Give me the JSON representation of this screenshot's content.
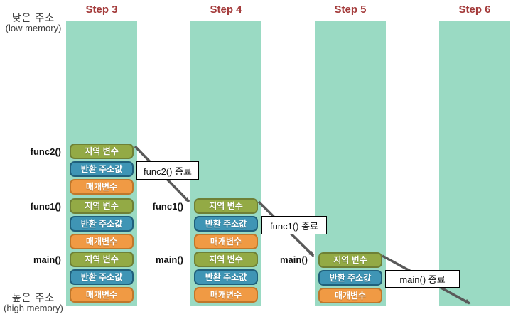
{
  "memory_labels": {
    "low_ko": "낮은 주소",
    "low_en": "(low memory)",
    "high_ko": "높은 주소",
    "high_en": "(high memory)"
  },
  "steps": {
    "step3": "Step 3",
    "step4": "Step 4",
    "step5": "Step 5",
    "step6": "Step 6"
  },
  "functions": {
    "func2": "func2()",
    "func1": "func1()",
    "main": "main()"
  },
  "block_labels": {
    "local_var": "지역 변수",
    "return_addr": "반환 주소값",
    "param": "매개변수"
  },
  "annotations": {
    "func2_end": "func2() 종료",
    "func1_end": "func1() 종료",
    "main_end": "main() 종료"
  },
  "colors": {
    "column_bg": "#9ADAC3",
    "local_fill": "#93AA45",
    "local_border": "#6E8036",
    "return_fill": "#3F95B5",
    "return_border": "#20607B",
    "param_fill": "#F09A44",
    "param_border": "#BF772B",
    "step_label": "#A43B3B",
    "arrow": "#595959"
  }
}
